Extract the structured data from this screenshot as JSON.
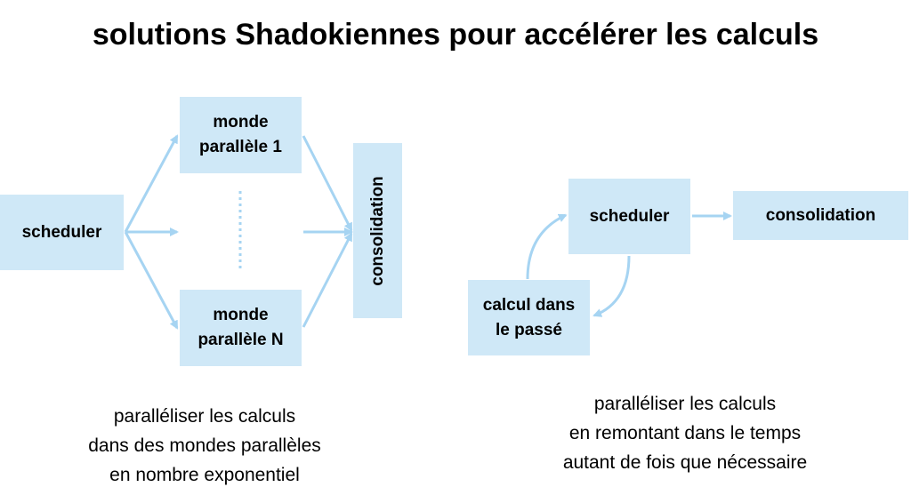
{
  "title": "solutions Shadokiennes pour accélérer les calculs",
  "left_diagram": {
    "scheduler": "scheduler",
    "world1_line1": "monde",
    "world1_line2": "parallèle 1",
    "worldN_line1": "monde",
    "worldN_line2": "parallèle N",
    "consolidation": "consolidation",
    "caption": [
      "paralléliser les calculs",
      "dans des mondes parallèles",
      "en nombre exponentiel"
    ]
  },
  "right_diagram": {
    "scheduler": "scheduler",
    "consolidation": "consolidation",
    "past_line1": "calcul dans",
    "past_line2": "le passé",
    "caption": [
      "paralléliser les calculs",
      "en remontant dans le temps",
      "autant de fois que nécessaire"
    ]
  },
  "colors": {
    "box_fill": "#cfe8f7",
    "arrow": "#a6d4f2"
  }
}
